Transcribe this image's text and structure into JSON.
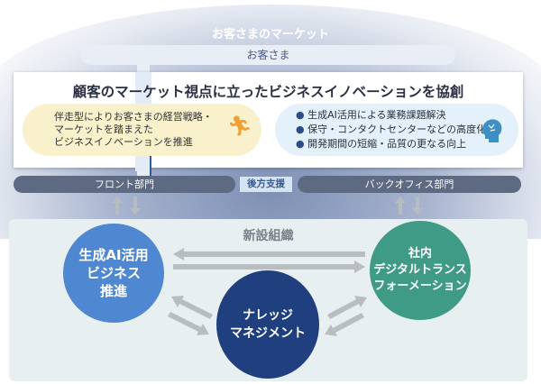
{
  "market_title": "お客さまのマーケット",
  "customer_label": "お客さま",
  "main_heading": "顧客のマーケット視点に立ったビジネスイノベーションを協創",
  "left_box": {
    "lines": [
      "伴走型によりお客さまの経営戦略・",
      "マーケットを踏まえた",
      "ビジネスイノベーションを推進"
    ],
    "icon": "running-person-icon"
  },
  "right_box": {
    "bullets": [
      "生成AI活用による業務課題解決",
      "保守・コンタクトセンターなどの高度化",
      "開発期間の短縮・品質の更なる向上"
    ],
    "icon": "ai-head-icon"
  },
  "front_dept": "フロント部門",
  "back_support": "後方支援",
  "back_office": "バックオフィス部門",
  "new_org": "新設組織",
  "circles": {
    "genai": [
      "生成AI活用",
      "ビジネス",
      "推進"
    ],
    "knowledge": [
      "ナレッジ",
      "マネジメント"
    ],
    "dx": [
      "社内",
      "デジタルトランス",
      "フォーメーション"
    ]
  },
  "colors": {
    "genai": "#4f88d0",
    "knowledge": "#1f3f7f",
    "dx": "#3f9a86",
    "bar": "#5d6a82"
  }
}
